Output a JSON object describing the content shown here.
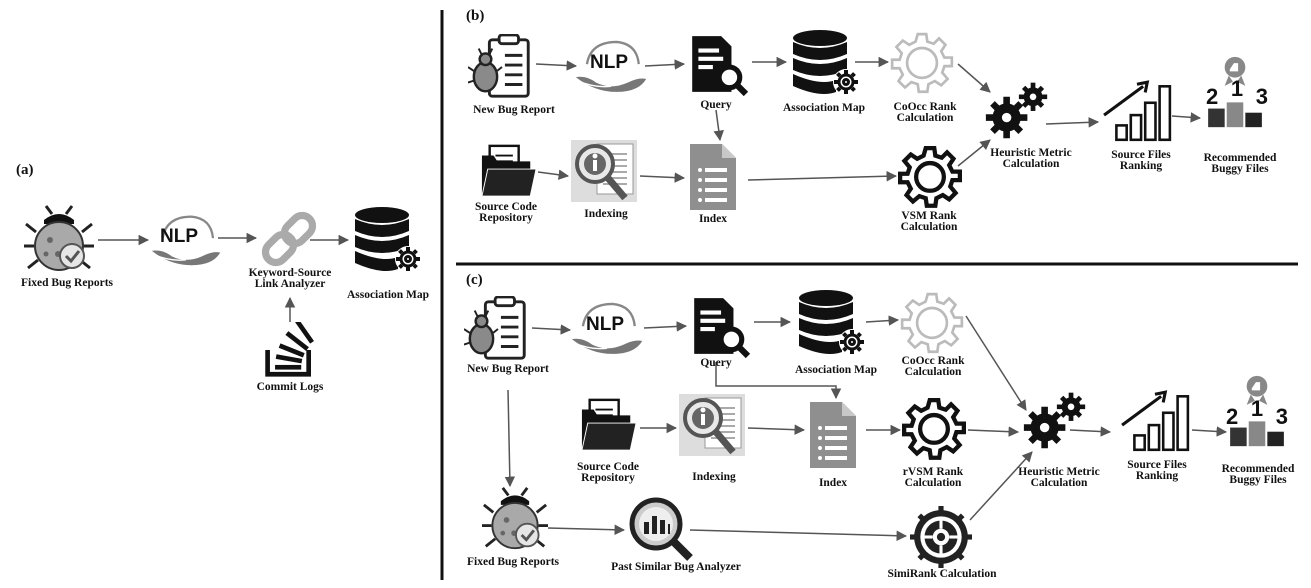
{
  "panels": {
    "a": "(a)",
    "b": "(b)",
    "c": "(c)"
  },
  "a": {
    "fixed_bug_reports": "Fixed Bug Reports",
    "keyword_source_l1": "Keyword-Source",
    "keyword_source_l2": "Link Analyzer",
    "association_map": "Association Map",
    "commit_logs": "Commit Logs",
    "nlp": "NLP"
  },
  "b": {
    "new_bug_report": "New Bug Report",
    "query": "Query",
    "association_map": "Association Map",
    "cooc_l1": "CoOcc Rank",
    "cooc_l2": "Calculation",
    "heuristic_l1": "Heuristic Metric",
    "heuristic_l2": "Calculation",
    "ranking_l1": "Source Files",
    "ranking_l2": "Ranking",
    "recommended_l1": "Recommended",
    "recommended_l2": "Buggy Files",
    "source_repo_l1": "Source Code",
    "source_repo_l2": "Repository",
    "indexing": "Indexing",
    "index": "Index",
    "vsm_l1": "VSM Rank",
    "vsm_l2": "Calculation",
    "nlp": "NLP",
    "podium": [
      "2",
      "1",
      "3"
    ]
  },
  "c": {
    "new_bug_report": "New Bug Report",
    "query": "Query",
    "association_map": "Association Map",
    "cooc_l1": "CoOcc Rank",
    "cooc_l2": "Calculation",
    "heuristic_l1": "Heuristic Metric",
    "heuristic_l2": "Calculation",
    "ranking_l1": "Source Files",
    "ranking_l2": "Ranking",
    "recommended_l1": "Recommended",
    "recommended_l2": "Buggy Files",
    "source_repo_l1": "Source Code",
    "source_repo_l2": "Repository",
    "indexing": "Indexing",
    "index": "Index",
    "rvsm_l1": "rVSM Rank",
    "rvsm_l2": "Calculation",
    "fixed_bug_reports": "Fixed Bug Reports",
    "past_similar": "Past Similar Bug Analyzer",
    "simirank": "SimiRank Calculation",
    "nlp": "NLP",
    "podium": [
      "2",
      "1",
      "3"
    ]
  }
}
